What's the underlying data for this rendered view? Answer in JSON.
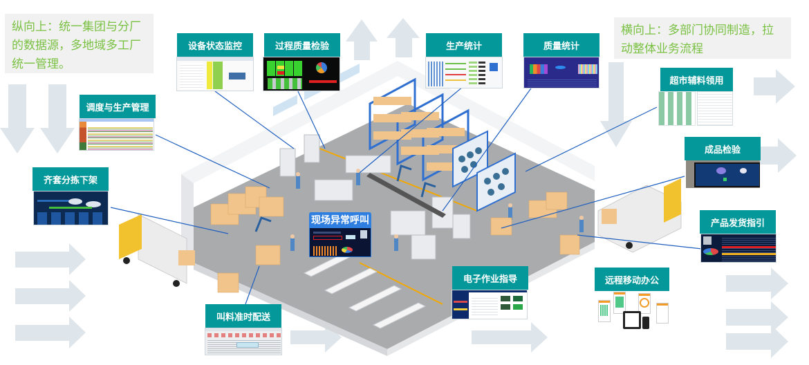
{
  "notes": {
    "vertical": "纵向上：统一集团与分厂的数据源，多地域多工厂统一管理。",
    "horizontal": "横向上：多部门协同制造，拉动整体业务流程"
  },
  "modules": {
    "equipment_monitor": "设备状态监控",
    "process_quality": "过程质量检验",
    "production_stats": "生产统计",
    "quality_stats": "质量统计",
    "scheduling": "调度与生产管理",
    "kitting": "齐套分拣下架",
    "supermarket": "超市辅料领用",
    "final_inspection": "成品检验",
    "shipping_guide": "产品发货指引",
    "mobile_office": "远程移动办公",
    "e_sop": "电子作业指导",
    "material_call": "叫料准时配送",
    "andon": "现场异常呼叫"
  },
  "colors": {
    "label_bg": "#04989a",
    "andon_bg": "#2f7fe0",
    "note_text": "#7ac143",
    "note_bg": "#f1f1f1",
    "arrow": "#dfe6eb",
    "connector": "#1f5fbf",
    "floor": "#a9abad",
    "rack": "#2f6fd0",
    "box": "#f0c48a",
    "truck_cab": "#f2c12e",
    "safety_line": "#f2a800"
  }
}
